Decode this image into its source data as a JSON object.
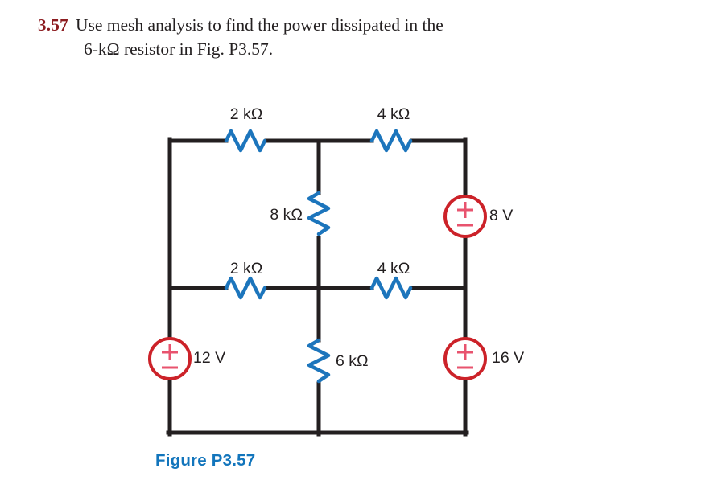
{
  "problem": {
    "number": "3.57",
    "line1": "Use mesh analysis to find the power dissipated in the",
    "line2": "6-kΩ resistor in Fig. P3.57."
  },
  "figure": {
    "caption": "Figure P3.57",
    "colors": {
      "wire": "#231f20",
      "resistor": "#1c75bc",
      "source_outline": "#cc2229",
      "source_symbol": "#e8536e",
      "problem_number": "#8c1c20",
      "caption": "#1275bc"
    },
    "components": {
      "r_top_left": {
        "label": "2 kΩ",
        "value": 2,
        "unit": "kΩ",
        "orientation": "horizontal"
      },
      "r_top_right": {
        "label": "4 kΩ",
        "value": 4,
        "unit": "kΩ",
        "orientation": "horizontal"
      },
      "r_mid_vertical": {
        "label": "8 kΩ",
        "value": 8,
        "unit": "kΩ",
        "orientation": "vertical"
      },
      "r_middle_left": {
        "label": "2 kΩ",
        "value": 2,
        "unit": "kΩ",
        "orientation": "horizontal"
      },
      "r_middle_right": {
        "label": "4 kΩ",
        "value": 4,
        "unit": "kΩ",
        "orientation": "horizontal"
      },
      "r_bottom_vertical": {
        "label": "6 kΩ",
        "value": 6,
        "unit": "kΩ",
        "orientation": "vertical"
      },
      "v_right_top": {
        "label": "8 V",
        "value": 8,
        "unit": "V",
        "plus": "+",
        "minus": "−"
      },
      "v_left_bottom": {
        "label": "12 V",
        "value": 12,
        "unit": "V",
        "plus": "+",
        "minus": "−"
      },
      "v_right_bottom": {
        "label": "16 V",
        "value": 16,
        "unit": "V",
        "plus": "+",
        "minus": "−"
      }
    }
  }
}
